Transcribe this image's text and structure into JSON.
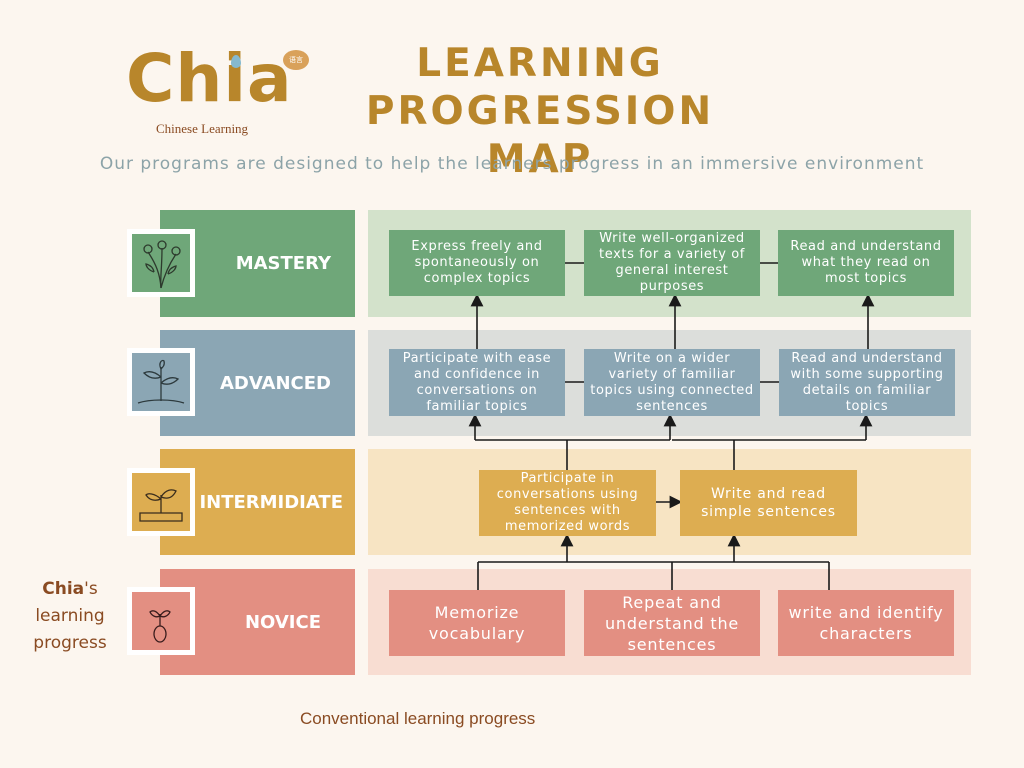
{
  "logo": {
    "name": "Chia",
    "tagline": "Chinese Learning",
    "bubble_text": "语言"
  },
  "title": [
    "LEARNING",
    "PROGRESSION MAP"
  ],
  "subtitle": "Our programs are designed to help the learners progress in an immersive environment",
  "colors": {
    "mastery": "#6fa779",
    "mastery_panel": "#d3e2cb",
    "advanced": "#8ba6b4",
    "advanced_panel": "#dcdedb",
    "intermediate": "#ddad51",
    "intermediate_panel": "#f7e4c3",
    "novice": "#e38f82",
    "novice_panel": "#f8ddd2",
    "brand": "#b8862b"
  },
  "levels": {
    "mastery": {
      "label": "MASTERY",
      "icon": "flowers-icon",
      "boxes": [
        "Express freely and spontaneously on complex topics",
        "Write well-organized texts for a variety of general interest purposes",
        "Read and understand what they read on most topics"
      ]
    },
    "advanced": {
      "label": "ADVANCED",
      "icon": "plant-icon",
      "boxes": [
        "Participate with ease and confidence in conversations on familiar topics",
        "Write on a wider variety of familiar topics using connected sentences",
        "Read and understand with some supporting details on familiar topics"
      ]
    },
    "intermediate": {
      "label": "INTERMIDIATE",
      "icon": "sprout-icon",
      "boxes": [
        "Participate in conversations using sentences with memorized words",
        "Write and read simple sentences"
      ]
    },
    "novice": {
      "label": "NOVICE",
      "icon": "seed-icon",
      "boxes": [
        "Memorize vocabulary",
        "Repeat and understand the sentences",
        "write and identify characters"
      ]
    }
  },
  "side_note": {
    "brand": "Chia",
    "suffix": "'s",
    "rest": [
      "learning",
      "progress"
    ]
  },
  "bottom_note": "Conventional learning progress"
}
